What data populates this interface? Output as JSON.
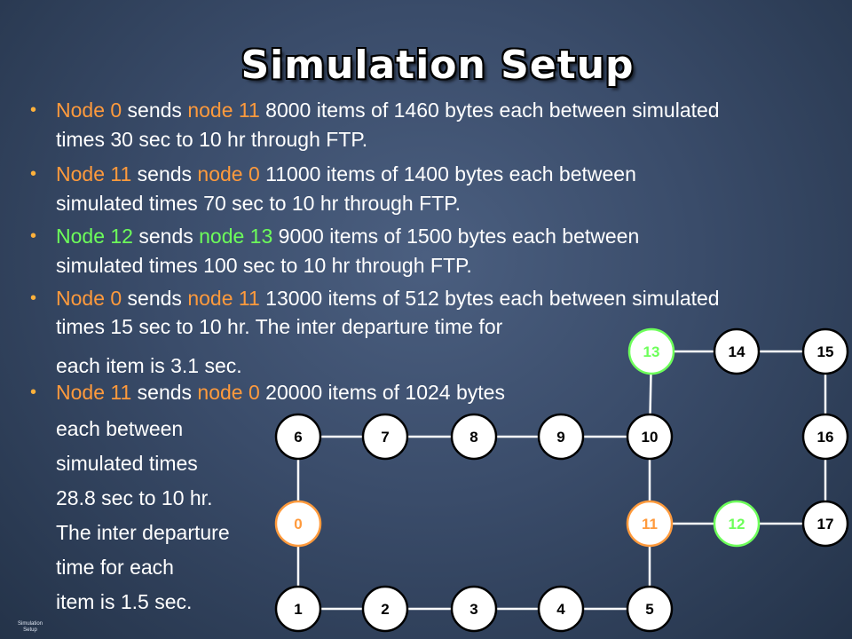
{
  "title": "Simulation Setup",
  "footer": "Simulation Setup",
  "colors": {
    "orange": "#ff9a3c",
    "green": "#6dff5a",
    "white": "#ffffff",
    "bullet": "#ffb13b"
  },
  "bullets": [
    {
      "lines": [
        [
          {
            "t": "Node 0",
            "c": "o"
          },
          {
            "t": " sends "
          },
          {
            "t": "node 11",
            "c": "o"
          },
          {
            "t": " 8000 items of 1460 bytes each between simulated"
          }
        ],
        [
          {
            "t": "times 30 sec to 10 hr through FTP."
          }
        ]
      ]
    },
    {
      "lines": [
        [
          {
            "t": "Node 11",
            "c": "o"
          },
          {
            "t": " sends "
          },
          {
            "t": "node 0",
            "c": "o"
          },
          {
            "t": " 11000 items of 1400 bytes each between"
          }
        ],
        [
          {
            "t": "simulated times 70 sec to 10 hr through FTP."
          }
        ]
      ]
    },
    {
      "lines": [
        [
          {
            "t": "Node 12",
            "c": "g"
          },
          {
            "t": " sends "
          },
          {
            "t": "node 13",
            "c": "g"
          },
          {
            "t": " 9000 items of 1500 bytes each between"
          }
        ],
        [
          {
            "t": "simulated times 100 sec to 10 hr through FTP."
          }
        ]
      ]
    },
    {
      "lines": [
        [
          {
            "t": "Node 0",
            "c": "o"
          },
          {
            "t": " sends "
          },
          {
            "t": "node 11",
            "c": "o"
          },
          {
            "t": " 13000 items of 512 bytes each between simulated"
          }
        ],
        [
          {
            "t": "times 15 sec to 10 hr. The inter departure time for"
          }
        ],
        [
          {
            "t": "each item is 3.1 sec."
          }
        ]
      ]
    },
    {
      "lines": [
        [
          {
            "t": "Node 11",
            "c": "o"
          },
          {
            "t": " sends "
          },
          {
            "t": "node 0",
            "c": "o"
          },
          {
            "t": " 20000 items of 1024 bytes"
          }
        ],
        [
          {
            "t": "each between"
          }
        ],
        [
          {
            "t": "simulated times"
          }
        ],
        [
          {
            "t": "28.8 sec to 10 hr."
          }
        ],
        [
          {
            "t": "The inter departure"
          }
        ],
        [
          {
            "t": "time for each"
          }
        ],
        [
          {
            "t": "item is 1.5 sec."
          }
        ]
      ]
    }
  ],
  "network": {
    "nodes": [
      {
        "id": "13",
        "color": "green"
      },
      {
        "id": "14",
        "color": "white"
      },
      {
        "id": "15",
        "color": "white"
      },
      {
        "id": "6",
        "color": "white"
      },
      {
        "id": "7",
        "color": "white"
      },
      {
        "id": "8",
        "color": "white"
      },
      {
        "id": "9",
        "color": "white"
      },
      {
        "id": "10",
        "color": "white"
      },
      {
        "id": "16",
        "color": "white"
      },
      {
        "id": "0",
        "color": "orange"
      },
      {
        "id": "11",
        "color": "orange"
      },
      {
        "id": "12",
        "color": "green"
      },
      {
        "id": "17",
        "color": "white"
      },
      {
        "id": "1",
        "color": "white"
      },
      {
        "id": "2",
        "color": "white"
      },
      {
        "id": "3",
        "color": "white"
      },
      {
        "id": "4",
        "color": "white"
      },
      {
        "id": "5",
        "color": "white"
      }
    ],
    "links": [
      [
        "6",
        "7"
      ],
      [
        "7",
        "8"
      ],
      [
        "8",
        "9"
      ],
      [
        "9",
        "10"
      ],
      [
        "13",
        "14"
      ],
      [
        "14",
        "15"
      ],
      [
        "15",
        "16"
      ],
      [
        "16",
        "17"
      ],
      [
        "17",
        "12"
      ],
      [
        "12",
        "11"
      ],
      [
        "13",
        "10"
      ],
      [
        "10",
        "11"
      ],
      [
        "11",
        "5"
      ],
      [
        "6",
        "0"
      ],
      [
        "0",
        "1"
      ],
      [
        "1",
        "2"
      ],
      [
        "2",
        "3"
      ],
      [
        "3",
        "4"
      ],
      [
        "4",
        "5"
      ]
    ]
  }
}
